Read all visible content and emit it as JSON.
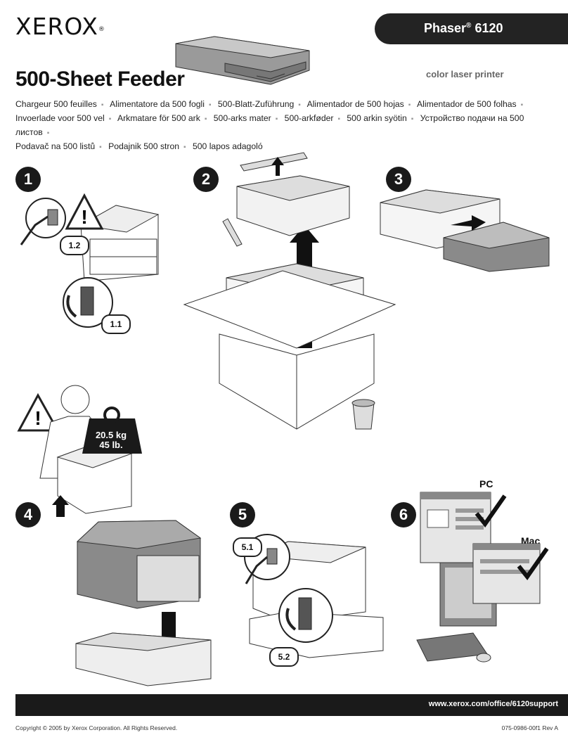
{
  "header": {
    "brand": "XEROX",
    "product": "Phaser",
    "product_model": "6120",
    "product_subtitle": "color laser printer",
    "title": "500-Sheet Feeder"
  },
  "translations": [
    "Chargeur 500 feuilles",
    "Alimentatore da 500 fogli",
    "500-Blatt-Zuführung",
    "Alimentador de 500 hojas",
    "Alimentador de 500 folhas",
    "Invoerlade voor 500 vel",
    "Arkmatare för 500 ark",
    "500-arks mater",
    "500-arkføder",
    "500 arkin syötin",
    "Устройство подачи на 500 листов",
    "Podavač na 500 listů",
    "Podajnik 500 stron",
    "500 lapos adagoló"
  ],
  "steps": [
    {
      "number": "1",
      "sub_a": "1.2",
      "sub_b": "1.1"
    },
    {
      "number": "2"
    },
    {
      "number": "3"
    },
    {
      "number": "4",
      "weight_kg": "20.5 kg",
      "weight_lb": "45 lb."
    },
    {
      "number": "5",
      "sub_a": "5.1",
      "sub_b": "5.2"
    },
    {
      "number": "6",
      "os_a": "PC",
      "os_b": "Mac"
    }
  ],
  "footer": {
    "url": "www.xerox.com/office/6120support",
    "copyright": "Copyright © 2005 by Xerox Corporation.  All Rights Reserved.",
    "doc_number": "075-0986-00f1 Rev A"
  },
  "colors": {
    "dark": "#1a1a1a",
    "tray_grey": "#8a8a8a",
    "light_grey": "#e6e6e6"
  }
}
